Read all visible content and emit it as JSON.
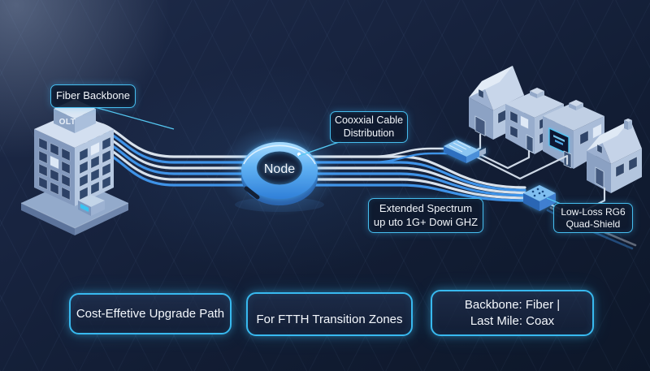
{
  "colors": {
    "background": "#131f38",
    "accent_cyan": "#3ec1f2",
    "cable_blue": "#3f93e8",
    "cable_silver": "#d9e2ec",
    "node_blue": "#5caef2"
  },
  "nodes": {
    "olt": "OLT",
    "node": "Node"
  },
  "callouts": {
    "fiber_backbone": "Fiber Backbone",
    "coax_line1": "Cooxxial Cable",
    "coax_line2": "Distribution",
    "spectrum_line1": "Extended Spectrum",
    "spectrum_line2": "up uto 1G+ Dowi GHZ",
    "rg6_line1": "Low-Loss RG6",
    "rg6_line2": "Quad-Shield"
  },
  "footer": {
    "box1": "Cost-Effetive Upgrade Path",
    "box2": "For FTTH Transition Zones",
    "box3_line1": "Backbone: Fiber |",
    "box3_line2": "Last Mile: Coax"
  }
}
